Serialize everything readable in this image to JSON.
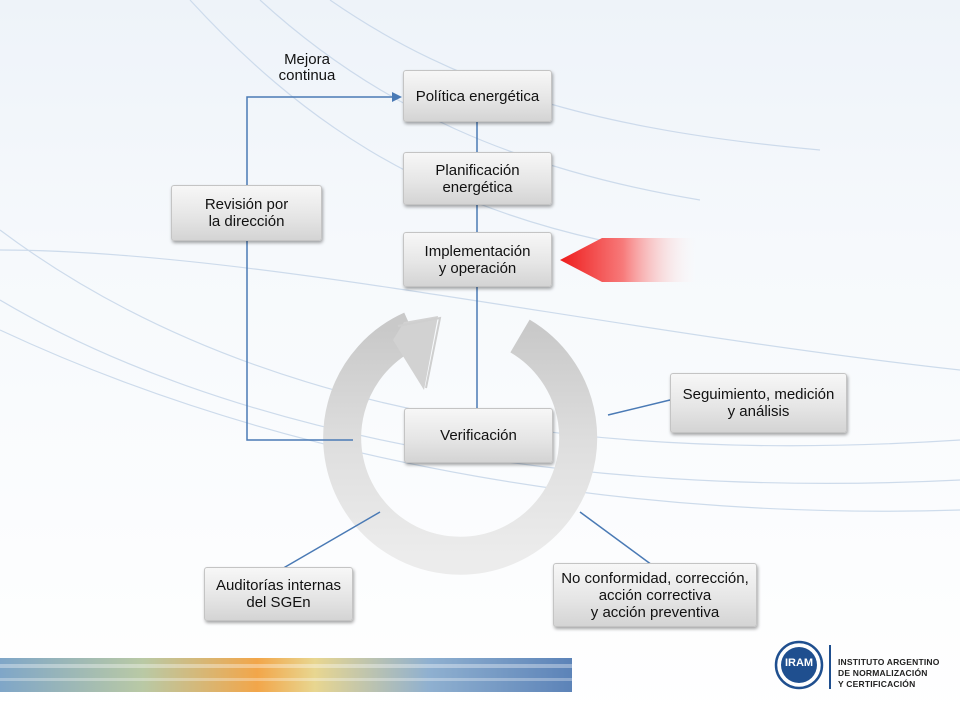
{
  "diagram": {
    "mejora_label": "Mejora\ncontinua",
    "boxes": {
      "politica": "Política energética",
      "planificacion": "Planificación\nenergética",
      "implementacion": "Implementación\ny operación",
      "verificacion": "Verificación",
      "revision": "Revisión por\nla dirección",
      "seguimiento": "Seguimiento, medición\ny análisis",
      "auditorias": "Auditorías internas\ndel SGEn",
      "no_conformidad": "No conformidad, corrección,\nacción correctiva\ny acción preventiva"
    }
  },
  "footer": {
    "logo_mark": "IRAM",
    "logo_text": "INSTITUTO ARGENTINO\nDE NORMALIZACIÓN\nY CERTIFICACIÓN"
  },
  "colors": {
    "connector": "#4a7ab5",
    "highlight_arrow": "#ee2222",
    "logo_blue": "#1f4f8f"
  }
}
